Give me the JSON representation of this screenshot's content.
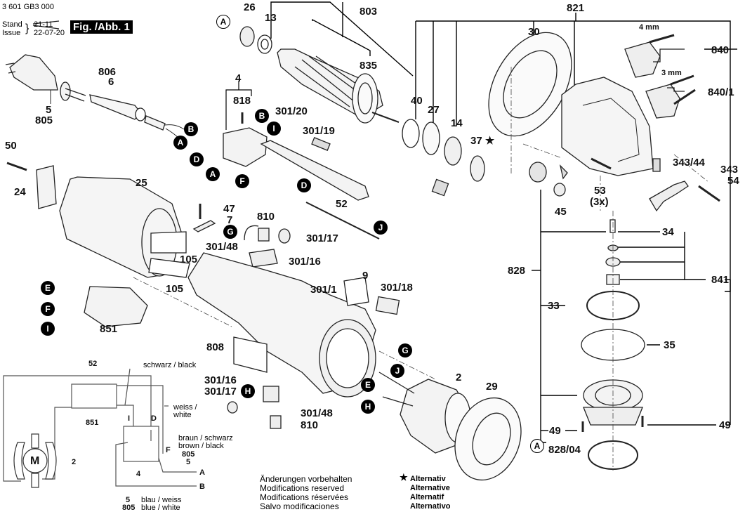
{
  "header": {
    "doc_number": "3 601 GB3 000",
    "stand_label": "Stand",
    "issue_label": "Issue",
    "stand_value_struck": "21-11",
    "issue_value": "22-07-20",
    "figure_label": "Fig. /Abb. 1"
  },
  "parts": {
    "p26": "26",
    "p13": "13",
    "p803": "803",
    "p835": "835",
    "p821": "821",
    "p30": "30",
    "p40": "40",
    "p27": "27",
    "p14": "14",
    "p37": "37",
    "p840": "840",
    "p840_1": "840/1",
    "p4mm": "4 mm",
    "p3mm": "3 mm",
    "p806": "806",
    "p6": "6",
    "p5": "5",
    "p805": "805",
    "p4": "4",
    "p818": "818",
    "p301_20": "301/20",
    "p301_19": "301/19",
    "p50": "50",
    "p24": "24",
    "p25": "25",
    "p47": "47",
    "p7": "7",
    "p52": "52",
    "p810": "810",
    "p301_17": "301/17",
    "p301_48": "301/48",
    "p301_16": "301/16",
    "p105a": "105",
    "p105b": "105",
    "p851": "851",
    "p9": "9",
    "p301_1": "301/1",
    "p301_18": "301/18",
    "p808": "808",
    "p2": "2",
    "p29": "29",
    "p301_16b": "301/16",
    "p301_17b": "301/17",
    "p301_48b": "301/48",
    "p810b": "810",
    "p53": "53",
    "p3x": "(3x)",
    "p45": "45",
    "p343_44": "343/44",
    "p343": "343",
    "p54": "54",
    "p34": "34",
    "p828": "828",
    "p841": "841",
    "p33": "33",
    "p35": "35",
    "p49a": "49",
    "p49b": "49",
    "p828_04": "828/04"
  },
  "markers": {
    "A": "A",
    "B": "B",
    "D": "D",
    "E": "E",
    "F": "F",
    "G": "G",
    "H": "H",
    "I": "I",
    "J": "J",
    "star": "★"
  },
  "wiring": {
    "w52": "52",
    "w851": "851",
    "wM": "M",
    "w2": "2",
    "w4": "4",
    "wI": "I",
    "wD": "D",
    "wF": "F",
    "wA": "A",
    "wB": "B",
    "black": "schwarz / black",
    "white1": "weiss /",
    "white2": "white",
    "brown1": "braun / schwarz",
    "brown2": "brown / black",
    "w805a": "805",
    "w5a": "5",
    "w5b": "5",
    "w805b": "805",
    "blue1": "blau / weiss",
    "blue2": "blue / white"
  },
  "footer": {
    "mods": [
      "Änderungen vorbehalten",
      "Modifications reserved",
      "Modifications réservées",
      "Salvo modificaciones"
    ],
    "alt": [
      "Alternativ",
      "Alternative",
      "Alternatif",
      "Alternativo"
    ]
  }
}
